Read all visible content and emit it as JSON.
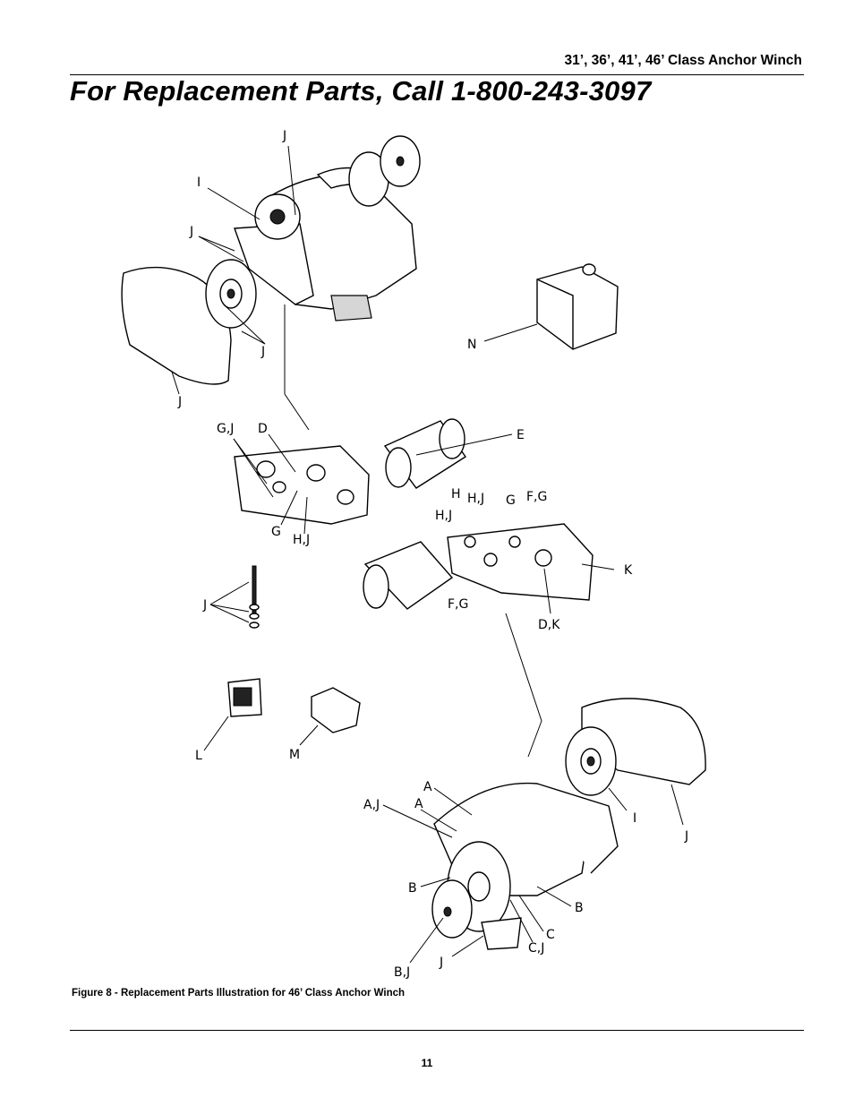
{
  "header": {
    "product": "31’, 36’, 41’, 46’ Class Anchor Winch",
    "title": "For Replacement Parts, Call  1-800-243-3097"
  },
  "figure": {
    "caption": "Figure 8 - Replacement Parts Illustration for 46’ Class Anchor Winch",
    "labels": {
      "top_j": "J",
      "top_i": "I",
      "top_j_left": "J",
      "top_j_lower": "J",
      "top_j_bottom": "J",
      "n": "N",
      "gj": "G,J",
      "d": "D",
      "e": "E",
      "g": "G",
      "hj_left": "H,J",
      "h": "H",
      "hj_mid": "H,J",
      "g_mid": "G",
      "fg_top": "F,G",
      "hj_right": "H,J",
      "k": "K",
      "fg_bottom": "F,G",
      "dk": "D,K",
      "j_bolts": "J",
      "l": "L",
      "m": "M",
      "a_top": "A",
      "aj": "A,J",
      "a_mid": "A",
      "i_bottom": "I",
      "j_bottom_right": "J",
      "b_left": "B",
      "b_right": "B",
      "c": "C",
      "cj": "C,J",
      "j_base": "J",
      "bj": "B,J"
    }
  },
  "footer": {
    "page_number": "11"
  }
}
